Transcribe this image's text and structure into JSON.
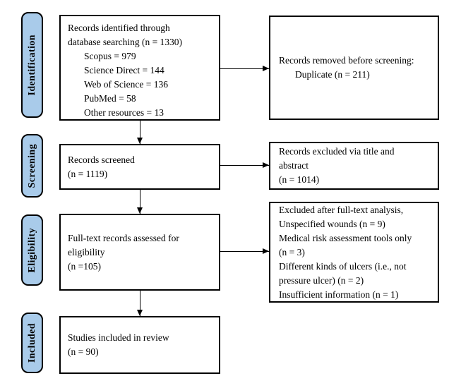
{
  "diagram": {
    "type": "prisma-flow",
    "colors": {
      "stage_fill": "#a9cbea",
      "border": "#000000",
      "background": "#ffffff"
    },
    "stages": [
      {
        "label": "Identification"
      },
      {
        "label": "Screening"
      },
      {
        "label": "Eligibility"
      },
      {
        "label": "Included"
      }
    ],
    "boxes": {
      "identified": {
        "lines": [
          "Records identified through",
          "database searching (n = 1330)",
          "Scopus = 979",
          "Science Direct = 144",
          "Web of Science = 136",
          "PubMed = 58",
          "Other resources = 13"
        ]
      },
      "screened": {
        "lines": [
          "Records screened",
          "(n = 1119)"
        ]
      },
      "fulltext": {
        "lines": [
          "Full-text records assessed for",
          "eligibility",
          "(n =105)"
        ]
      },
      "included": {
        "lines": [
          "Studies included in review",
          "(n = 90)"
        ]
      },
      "removed": {
        "lines": [
          "Records removed before screening:",
          "Duplicate (n = 211)"
        ]
      },
      "excluded_title_abstract": {
        "lines": [
          "Records excluded via title and",
          "abstract",
          "(n = 1014)"
        ]
      },
      "excluded_fulltext": {
        "lines": [
          "Excluded after full-text analysis,",
          "Unspecified wounds (n = 9)",
          "Medical risk assessment tools only",
          "(n = 3)",
          "Different kinds of ulcers (i.e., not",
          "pressure ulcer) (n = 2)",
          "Insufficient information (n = 1)"
        ]
      }
    }
  }
}
